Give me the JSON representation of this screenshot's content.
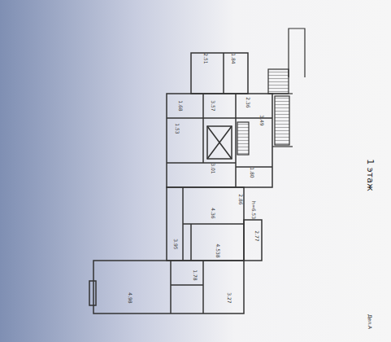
{
  "diagram": {
    "labels": [
      "1 этаж",
      "2.51",
      "1.84",
      "3.57",
      "2.36",
      "3.49",
      "1.68",
      "1.53",
      "3.01",
      "1.80",
      "2.86",
      "4.36",
      "h=6.53",
      "4.538",
      "2.77",
      "3.95",
      "1.78",
      "3.27",
      "4.98",
      "Дел.А"
    ]
  }
}
